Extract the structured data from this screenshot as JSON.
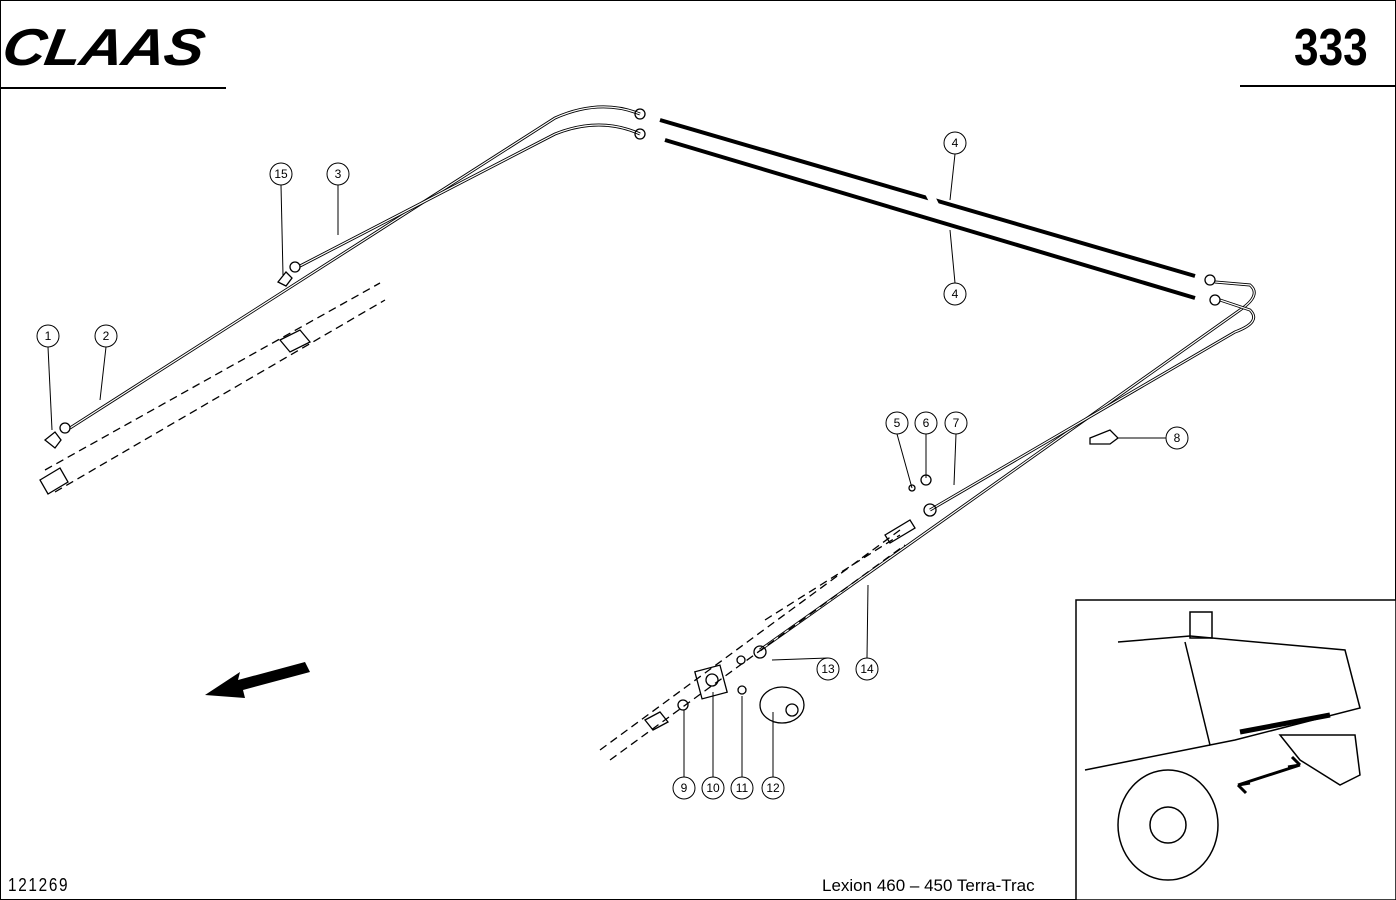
{
  "header": {
    "logo": "CLAAS",
    "page_number": "333"
  },
  "footer": {
    "document_number": "121269",
    "model": "Lexion 460 – 450 Terra-Trac"
  },
  "callouts": [
    "1",
    "2",
    "15",
    "3",
    "4",
    "4",
    "5",
    "6",
    "7",
    "8",
    "13",
    "14",
    "9",
    "10",
    "11",
    "12"
  ]
}
